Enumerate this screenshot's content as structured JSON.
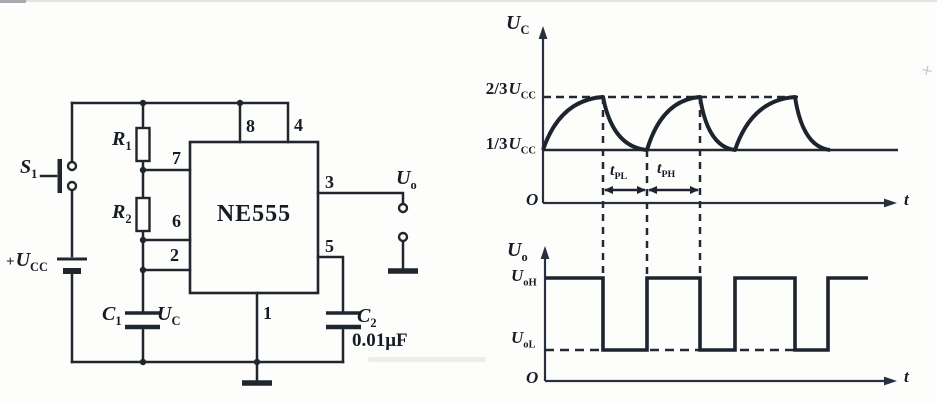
{
  "figure": {
    "description": "NE555 astable multivibrator circuit with capacitor-voltage and output-voltage waveforms"
  },
  "circuit": {
    "ic_label": "NE555",
    "pins": {
      "p8": "8",
      "p4": "4",
      "p7": "7",
      "p6": "6",
      "p2": "2",
      "p3": "3",
      "p5": "5",
      "p1": "1"
    },
    "labels": {
      "s1": {
        "base": "S",
        "sub": "1"
      },
      "ucc": {
        "pre": "+",
        "base": "U",
        "sub": "CC"
      },
      "r1": {
        "base": "R",
        "sub": "1"
      },
      "r2": {
        "base": "R",
        "sub": "2"
      },
      "c1": {
        "base": "C",
        "sub": "1"
      },
      "uc": {
        "base": "U",
        "sub": "C"
      },
      "uo": {
        "base": "U",
        "sub": "o"
      },
      "c2": {
        "base": "C",
        "sub": "2"
      },
      "c2_value": "0.01μF"
    }
  },
  "waveforms": {
    "uc_plot": {
      "y_axis": {
        "base": "U",
        "sub": "C"
      },
      "upper_threshold": {
        "pre": "2/3",
        "base": "U",
        "sub": "CC"
      },
      "lower_threshold": {
        "pre": "1/3",
        "base": "U",
        "sub": "CC"
      },
      "origin": "O",
      "x_axis": "t",
      "interval_low": {
        "base": "t",
        "sub": "PL"
      },
      "interval_high": {
        "base": "t",
        "sub": "PH"
      }
    },
    "uo_plot": {
      "y_axis": {
        "base": "U",
        "sub": "o"
      },
      "high_level": {
        "base": "U",
        "sub": "oH"
      },
      "low_level": {
        "base": "U",
        "sub": "oL"
      },
      "origin": "O",
      "x_axis": "t"
    }
  },
  "chart_data": [
    {
      "type": "line",
      "name": "capacitor-voltage-uc",
      "description": "Exponential charge/discharge between 1/3 Ucc and 2/3 Ucc",
      "upper_threshold_label": "2/3 Ucc",
      "lower_threshold_label": "1/3 Ucc",
      "x_transitions": [
        0,
        60,
        104,
        157,
        192,
        252,
        287
      ],
      "initial_state": "rising",
      "intervals": [
        {
          "label": "tPL",
          "from": 60,
          "to": 104
        },
        {
          "label": "tPH",
          "from": 104,
          "to": 157
        }
      ]
    },
    {
      "type": "square",
      "name": "output-voltage-uo",
      "description": "Square wave between UoH and UoL",
      "high_label": "UoH",
      "low_label": "UoL",
      "initial_state": "high",
      "x_transitions": [
        60,
        104,
        157,
        192,
        252,
        285
      ],
      "end": 325
    }
  ]
}
